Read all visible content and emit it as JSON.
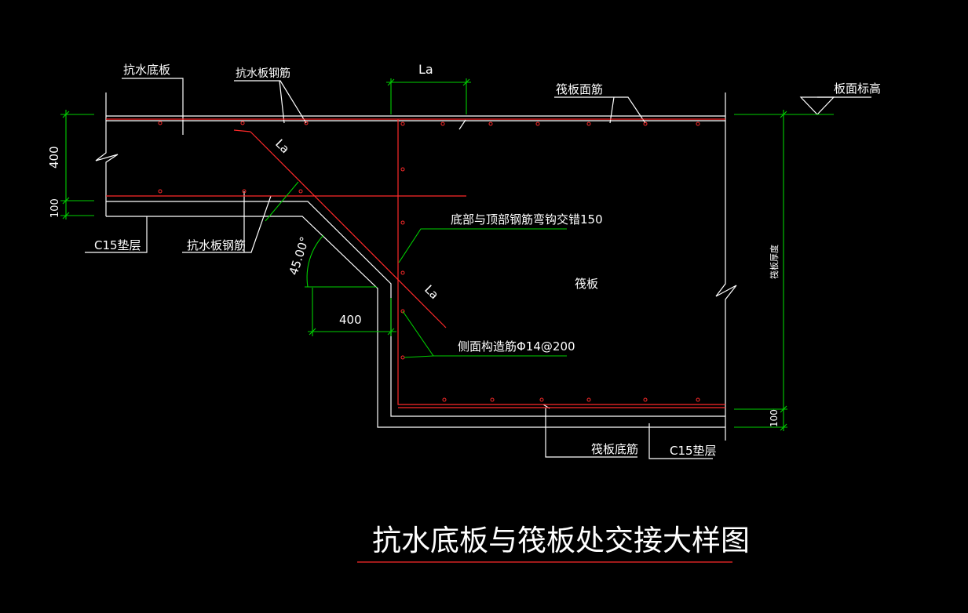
{
  "colors": {
    "background": "#000000",
    "outline": "#ffffff",
    "rebar": "#ff2a2a",
    "dimension": "#00d000",
    "text": "#ffffff"
  },
  "labels": {
    "anti_float_slab": "抗水底板",
    "anti_float_rebar_top": "抗水板钢筋",
    "la_top": "La",
    "raft_top_rebar": "筏板面筋",
    "slab_top_elevation": "板面标高",
    "dim_400_left": "400",
    "dim_100_left": "100",
    "la_diag_upper": "La",
    "hook_note": "底部与顶部钢筋弯钩交错150",
    "c15_left": "C15垫层",
    "anti_float_rebar_bottom": "抗水板钢筋",
    "angle": "45.00°",
    "raft": "筏板",
    "la_diag_lower": "La",
    "dim_400_bottom": "400",
    "side_rebar": "侧面构造筋Φ14@200",
    "raft_thickness": "筏板厚度",
    "dim_100_right": "100",
    "raft_bottom_rebar": "筏板底筋",
    "c15_right": "C15垫层",
    "title": "抗水底板与筏板处交接大样图"
  }
}
